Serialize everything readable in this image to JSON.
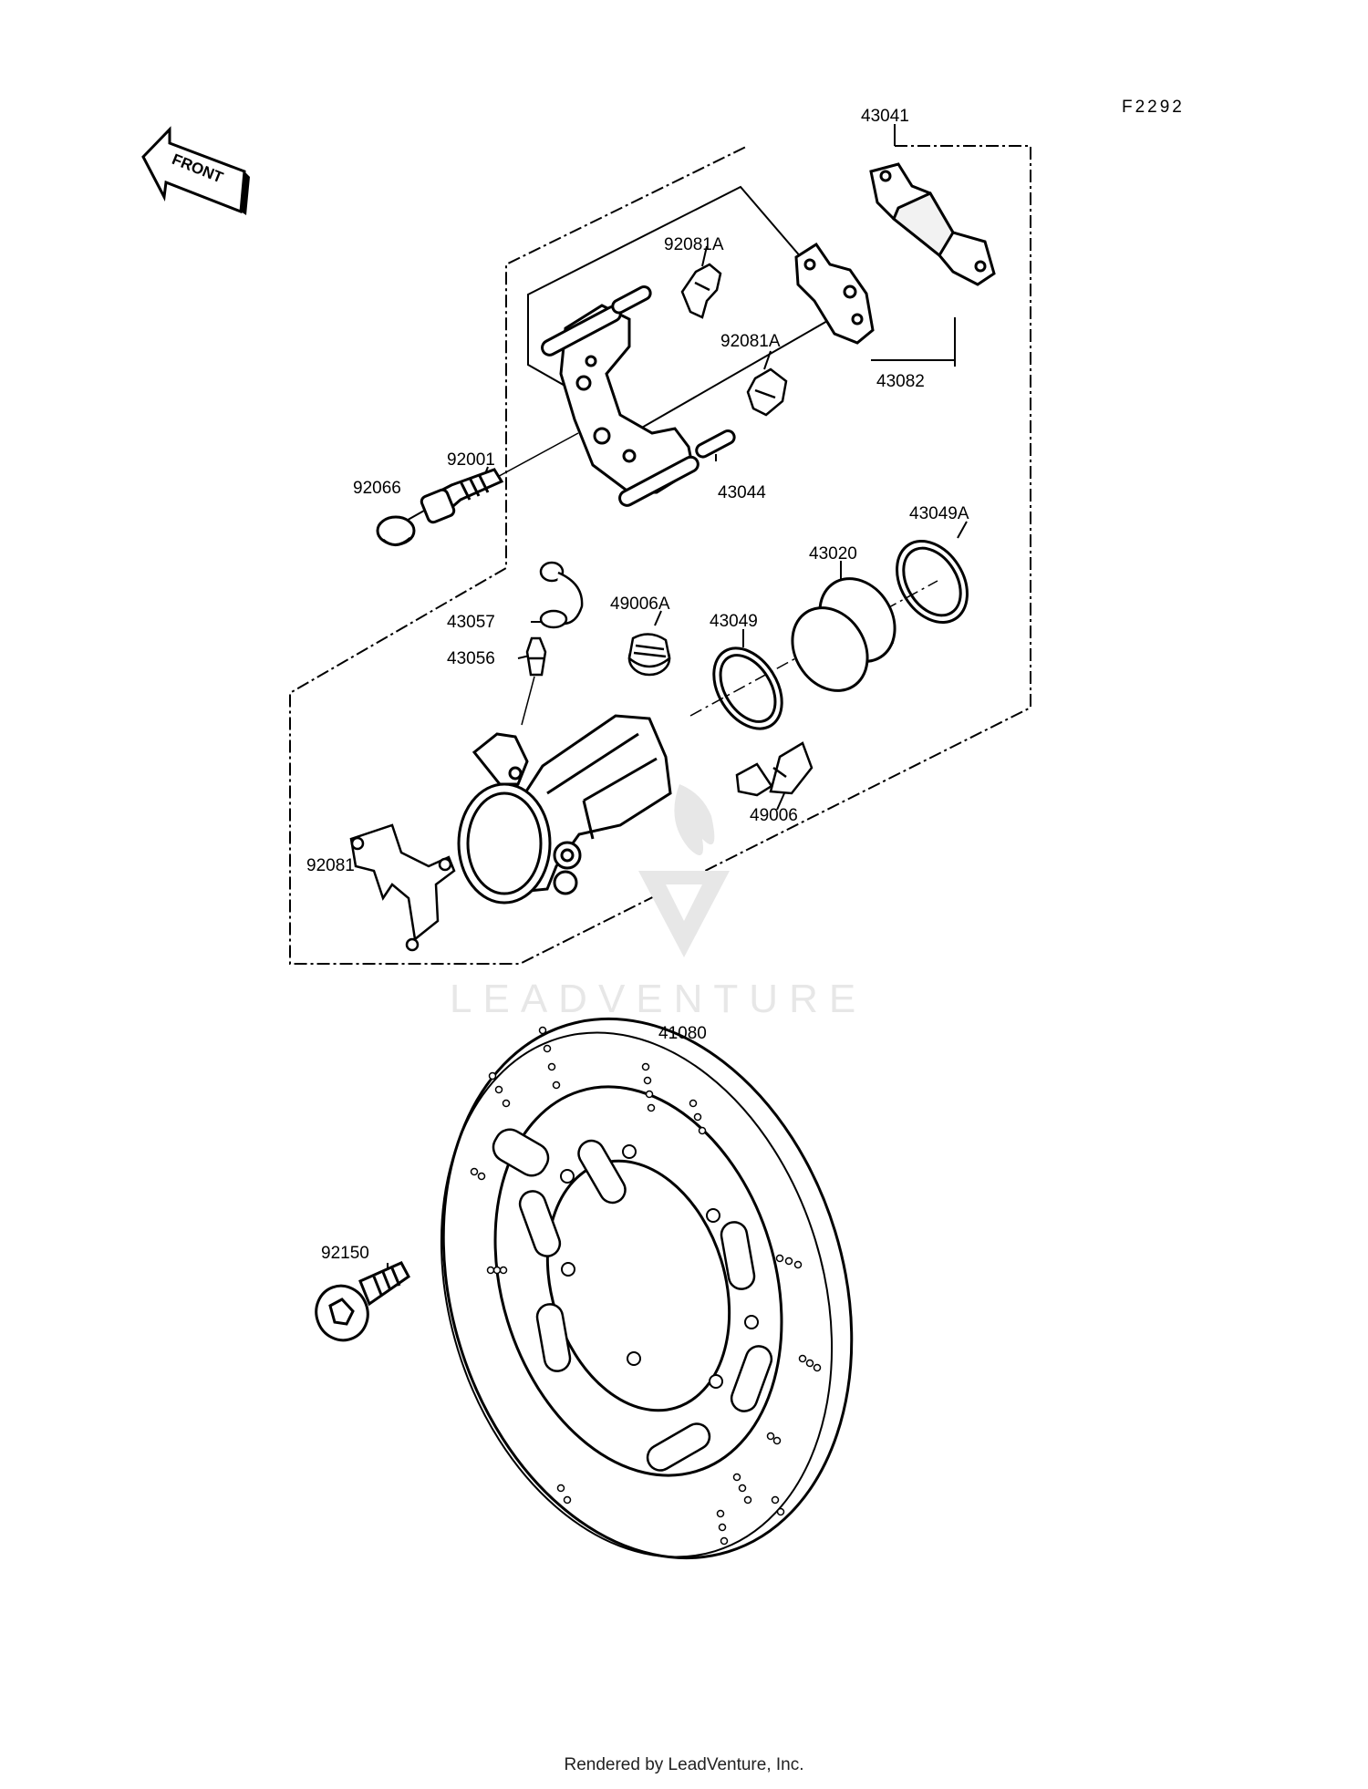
{
  "ref_code": "F2292",
  "direction_arrow": "FRONT",
  "watermark": "LEADVENTURE",
  "footer": "Rendered by LeadVenture, Inc.",
  "parts": [
    {
      "id": "43041",
      "label": "43041"
    },
    {
      "id": "92081A_top",
      "label": "92081A"
    },
    {
      "id": "92081A_mid",
      "label": "92081A"
    },
    {
      "id": "43082",
      "label": "43082"
    },
    {
      "id": "92001",
      "label": "92001"
    },
    {
      "id": "92066",
      "label": "92066"
    },
    {
      "id": "43044",
      "label": "43044"
    },
    {
      "id": "43049A",
      "label": "43049A"
    },
    {
      "id": "43020",
      "label": "43020"
    },
    {
      "id": "49006A",
      "label": "49006A"
    },
    {
      "id": "43049",
      "label": "43049"
    },
    {
      "id": "43057",
      "label": "43057"
    },
    {
      "id": "43056",
      "label": "43056"
    },
    {
      "id": "49006",
      "label": "49006"
    },
    {
      "id": "92081",
      "label": "92081"
    },
    {
      "id": "41080",
      "label": "41080"
    },
    {
      "id": "92150",
      "label": "92150"
    }
  ]
}
